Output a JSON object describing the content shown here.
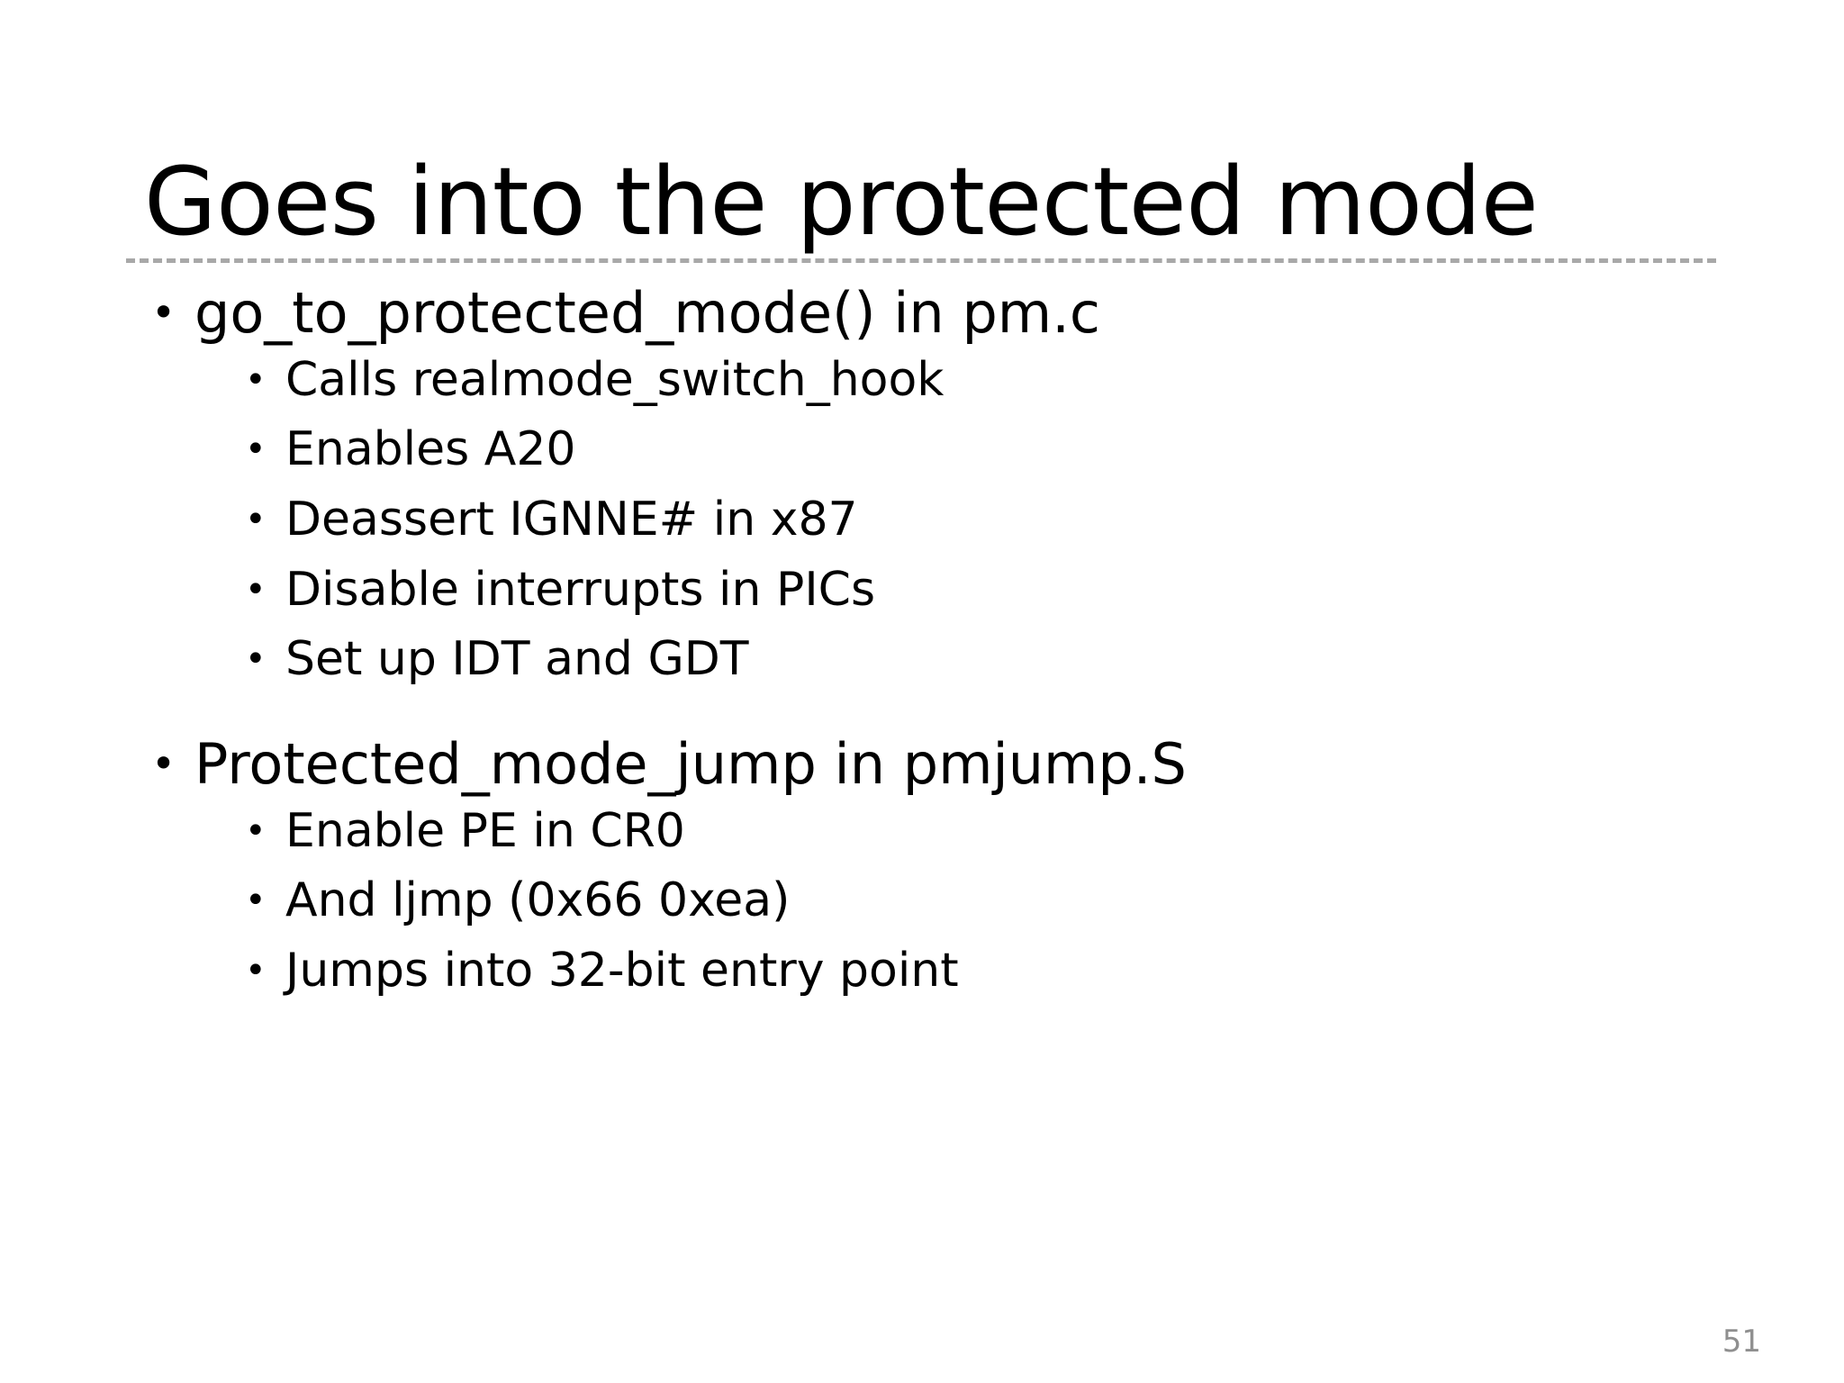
{
  "slide": {
    "title": "Goes into the protected mode",
    "page_number": "51",
    "bullet_glyph": "•",
    "colors": {
      "background": "#ffffff",
      "text": "#000000",
      "rule": "#a8a8a8",
      "page_number": "#8f8f8f"
    },
    "content": [
      {
        "level": 1,
        "text": "go_to_protected_mode() in pm.c"
      },
      {
        "level": 2,
        "text": "Calls realmode_switch_hook"
      },
      {
        "level": 2,
        "text": "Enables A20"
      },
      {
        "level": 2,
        "text": "Deassert IGNNE# in x87"
      },
      {
        "level": 2,
        "text": "Disable interrupts in PICs"
      },
      {
        "level": 2,
        "text": "Set up IDT and GDT"
      },
      {
        "level": 1,
        "text": "Protected_mode_jump in pmjump.S"
      },
      {
        "level": 2,
        "text": "Enable PE in CR0"
      },
      {
        "level": 2,
        "text": "And ljmp (0x66 0xea)"
      },
      {
        "level": 2,
        "text": "Jumps into 32-bit entry point"
      }
    ]
  }
}
